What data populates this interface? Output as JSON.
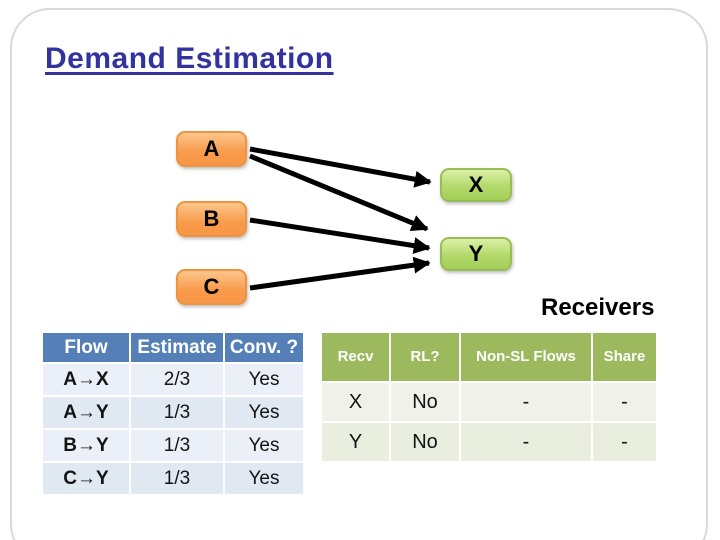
{
  "title": {
    "text": "Demand Estimation",
    "color": "#3333a0"
  },
  "diagram": {
    "senders": [
      {
        "label": "A"
      },
      {
        "label": "B"
      },
      {
        "label": "C"
      }
    ],
    "receivers": [
      {
        "label": "X"
      },
      {
        "label": "Y"
      }
    ],
    "edges": [
      {
        "from": "A",
        "to": "X"
      },
      {
        "from": "A",
        "to": "Y"
      },
      {
        "from": "B",
        "to": "Y"
      },
      {
        "from": "C",
        "to": "Y"
      }
    ],
    "receivers_caption": "Receivers",
    "sender_color": "#f79646",
    "receiver_color": "#a2cf58",
    "arrow_color": "#000000"
  },
  "flow_table": {
    "header_bg": "#5580b7",
    "headers": [
      "Flow",
      "Estimate",
      "Conv. ?"
    ],
    "rows": [
      {
        "flow": "A→X",
        "estimate": "2/3",
        "conv": "Yes"
      },
      {
        "flow": "A→Y",
        "estimate": "1/3",
        "conv": "Yes"
      },
      {
        "flow": "B→Y",
        "estimate": "1/3",
        "conv": "Yes"
      },
      {
        "flow": "C→Y",
        "estimate": "1/3",
        "conv": "Yes"
      }
    ]
  },
  "recv_table": {
    "header_bg": "#9cba5d",
    "headers": [
      "Recv",
      "RL?",
      "Non-SL Flows",
      "Share"
    ],
    "rows": [
      {
        "recv": "X",
        "rl": "No",
        "non_sl": "-",
        "share": "-"
      },
      {
        "recv": "Y",
        "rl": "No",
        "non_sl": "-",
        "share": "-"
      }
    ]
  }
}
